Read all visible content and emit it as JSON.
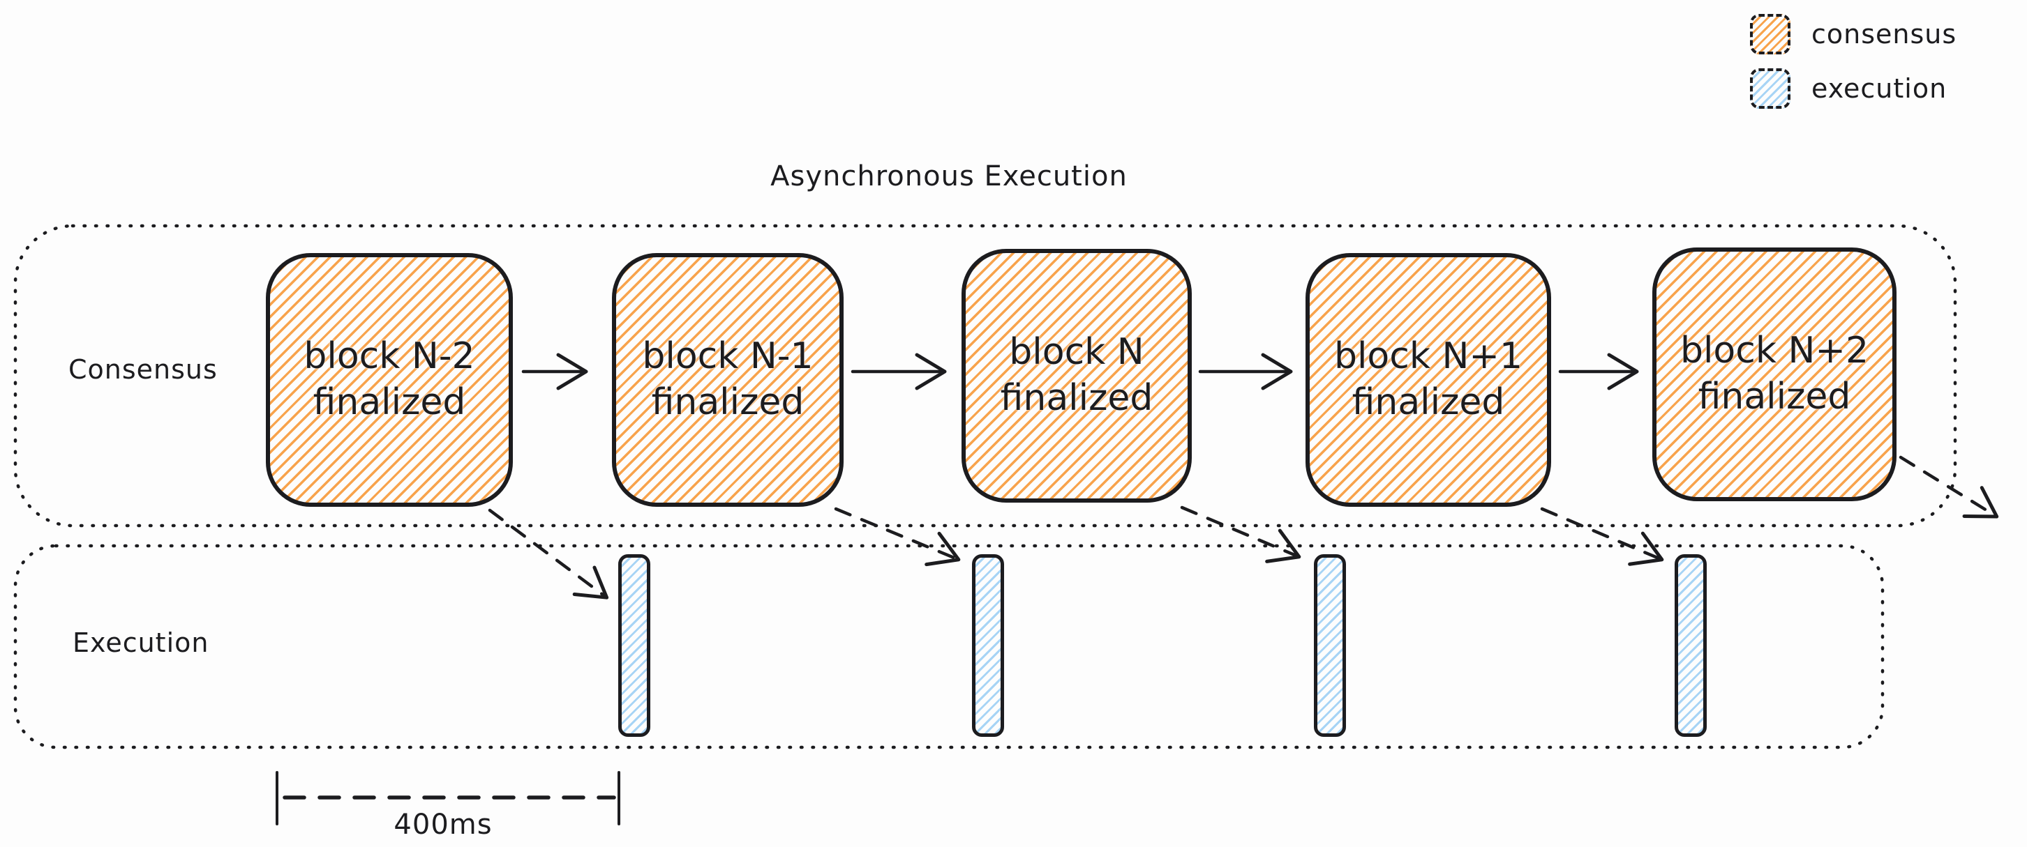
{
  "title": "Asynchronous Execution",
  "legend": {
    "items": [
      {
        "label": "consensus",
        "color": "#f8a34c"
      },
      {
        "label": "execution",
        "color": "#a7d4f5"
      }
    ]
  },
  "lanes": {
    "consensus": {
      "label": "Consensus"
    },
    "execution": {
      "label": "Execution"
    }
  },
  "blocks": [
    {
      "line1": "block N-2",
      "line2": "finalized"
    },
    {
      "line1": "block N-1",
      "line2": "finalized"
    },
    {
      "line1": "block N",
      "line2": "finalized"
    },
    {
      "line1": "block N+1",
      "line2": "finalized"
    },
    {
      "line1": "block N+2",
      "line2": "finalized"
    }
  ],
  "execution_bars": [
    {
      "name": "execution-slot-1"
    },
    {
      "name": "execution-slot-2"
    },
    {
      "name": "execution-slot-3"
    },
    {
      "name": "execution-slot-4"
    }
  ],
  "measurement": {
    "label": "400ms"
  },
  "colors": {
    "stroke": "#1c1c1f",
    "consensus_hatch": "#f8a34c",
    "execution_hatch": "#a7d4f5",
    "background": "#fdfdfd"
  }
}
